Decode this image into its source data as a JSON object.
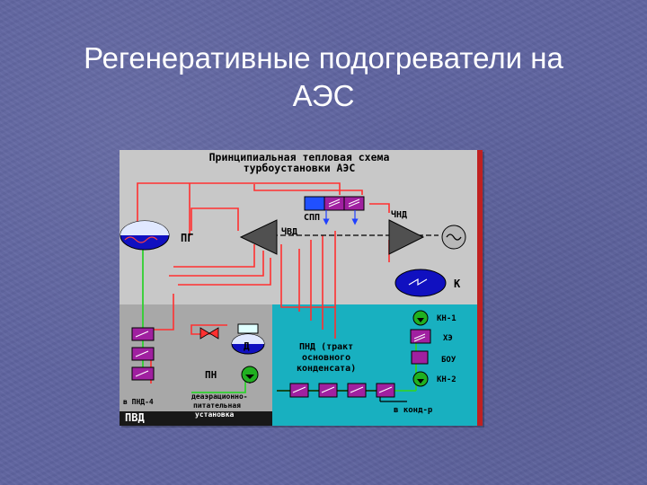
{
  "slide": {
    "title_line1": "Регенеративные подогреватели на",
    "title_line2": "АЭС"
  },
  "diagram": {
    "heading_line1": "Принципиальная тепловая схема",
    "heading_line2": "турбоустановки АЭС",
    "labels": {
      "pg": "ПГ",
      "spp": "СПП",
      "chvd": "ЧВД",
      "chnd": "ЧНД",
      "k": "К",
      "kn1": "КН-1",
      "he": "ХЭ",
      "bou": "БОУ",
      "kn2": "КН-2",
      "pnd_line1": "ПНД (тракт",
      "pnd_line2": "основного",
      "pnd_line3": "конденсата)",
      "to_kondr": "в конд-р",
      "d": "Д",
      "pn": "ПН",
      "v_pnd4": "в ПНД-4",
      "pvd": "ПВД",
      "deaer_line1": "деаэрационно-",
      "deaer_line2": "питательная",
      "deaer_line3": "установка"
    },
    "colors": {
      "gray_zone": "#c8c8c8",
      "lower_gray": "#a8a8a8",
      "teal_zone": "#18b0c0",
      "dark_band": "#181818",
      "steam_line": "#ff3030",
      "feed_line": "#30d030",
      "heater_fill": "#a020a0",
      "vessel_blue": "#1010c0",
      "pump_green": "#20b020",
      "turbine_gray": "#505050"
    }
  }
}
